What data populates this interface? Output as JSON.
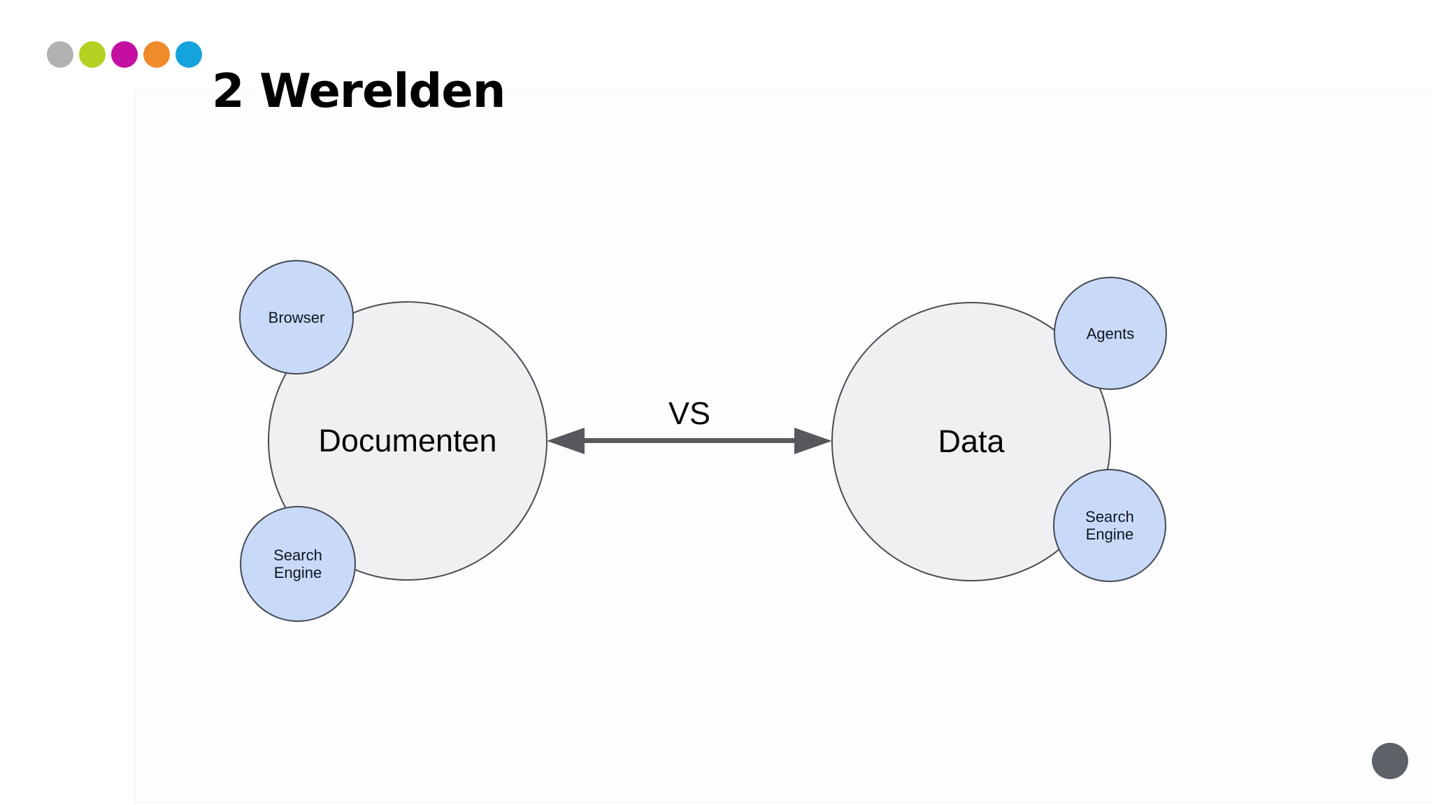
{
  "slide": {
    "title": "2 Werelden",
    "logo_dots": [
      {
        "name": "gray-dot",
        "color": "#b1b1b3"
      },
      {
        "name": "lime-dot",
        "color": "#b5d121"
      },
      {
        "name": "magenta-dot",
        "color": "#c40fa0"
      },
      {
        "name": "orange-dot",
        "color": "#f08b2a"
      },
      {
        "name": "blue-dot",
        "color": "#14a3da"
      }
    ]
  },
  "diagram": {
    "vs_label": "VS",
    "left_world": {
      "label": "Documenten",
      "satellites": [
        {
          "label": "Browser"
        },
        {
          "label": "Search Engine"
        }
      ]
    },
    "right_world": {
      "label": "Data",
      "satellites": [
        {
          "label": "Agents"
        },
        {
          "label": "Search Engine"
        }
      ]
    },
    "colors": {
      "world_fill": "#f0f0f2",
      "world_border": "#4b4b52",
      "satellite_fill": "#c9daf8",
      "satellite_border": "#434954",
      "arrow": "#57585e",
      "corner_dot": "#5d6268"
    }
  }
}
